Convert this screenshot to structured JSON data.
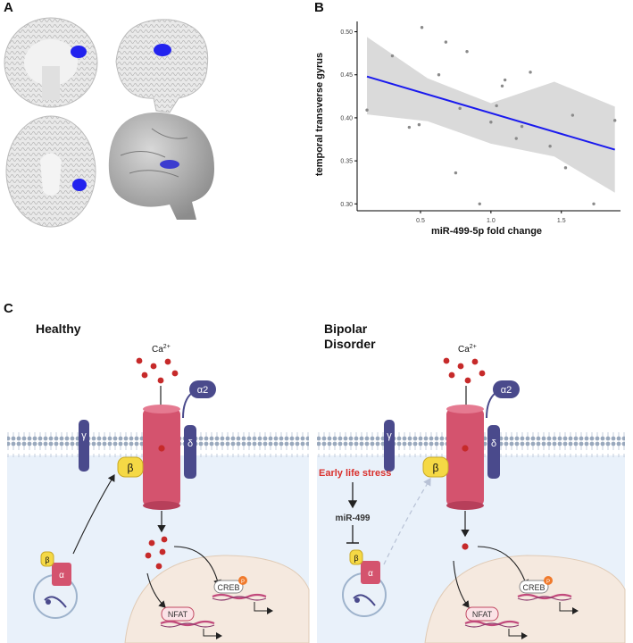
{
  "panels": {
    "a": "A",
    "b": "B",
    "c": "C"
  },
  "chart_data": {
    "type": "scatter",
    "xlabel": "miR-499-5p fold change",
    "ylabel": "temporal transverse gyrus",
    "xticks": [
      "0.5",
      "1.0",
      "1.5"
    ],
    "yticks": [
      "0.30",
      "0.35",
      "0.40",
      "0.45",
      "0.50"
    ],
    "xlim": [
      0.05,
      1.92
    ],
    "ylim": [
      0.292,
      0.512
    ],
    "points": [
      {
        "x": 0.12,
        "y": 0.409
      },
      {
        "x": 0.3,
        "y": 0.472
      },
      {
        "x": 0.42,
        "y": 0.389
      },
      {
        "x": 0.49,
        "y": 0.392
      },
      {
        "x": 0.51,
        "y": 0.505
      },
      {
        "x": 0.63,
        "y": 0.45
      },
      {
        "x": 0.68,
        "y": 0.488
      },
      {
        "x": 0.75,
        "y": 0.336
      },
      {
        "x": 0.78,
        "y": 0.411
      },
      {
        "x": 0.83,
        "y": 0.477
      },
      {
        "x": 0.92,
        "y": 0.3
      },
      {
        "x": 1.0,
        "y": 0.395
      },
      {
        "x": 1.04,
        "y": 0.414
      },
      {
        "x": 1.08,
        "y": 0.437
      },
      {
        "x": 1.1,
        "y": 0.444
      },
      {
        "x": 1.18,
        "y": 0.376
      },
      {
        "x": 1.22,
        "y": 0.39
      },
      {
        "x": 1.28,
        "y": 0.453
      },
      {
        "x": 1.42,
        "y": 0.367
      },
      {
        "x": 1.53,
        "y": 0.342
      },
      {
        "x": 1.58,
        "y": 0.403
      },
      {
        "x": 1.73,
        "y": 0.3
      },
      {
        "x": 1.88,
        "y": 0.397
      }
    ],
    "fit": {
      "x": [
        0.12,
        1.88
      ],
      "y": [
        0.448,
        0.363
      ]
    },
    "ci_upper": [
      0.494,
      0.446,
      0.417,
      0.442,
      0.413
    ],
    "ci_lower": [
      0.404,
      0.396,
      0.37,
      0.355,
      0.313
    ],
    "ci_x": [
      0.12,
      0.55,
      1.0,
      1.45,
      1.88
    ],
    "colors": {
      "fit": "#1a1aee",
      "ci": "#d3d3d3",
      "points": "#8a8a8a"
    }
  },
  "pathway": {
    "healthy": {
      "title": "Healthy",
      "calcium": "Ca",
      "calcium_charge": "2+",
      "alpha2": "α2",
      "gamma": "γ",
      "delta": "δ",
      "beta": "β",
      "vesicle_alpha": "α",
      "vesicle_beta": "β",
      "creb": "CREB",
      "nfat": "NFAT",
      "phospho": "P"
    },
    "bipolar": {
      "title_line1": "Bipolar",
      "title_line2": "Disorder",
      "stress": "Early life stress",
      "mirna": "miR-499",
      "calcium": "Ca",
      "calcium_charge": "2+",
      "alpha2": "α2",
      "gamma": "γ",
      "delta": "δ",
      "beta": "β",
      "vesicle_alpha": "α",
      "vesicle_beta": "β",
      "creb": "CREB",
      "nfat": "NFAT",
      "phospho": "P"
    },
    "colors": {
      "channel": "#d4536e",
      "subunit": "#4a4a8c",
      "beta": "#f5d945",
      "ion": "#c62a2a",
      "cytoplasm": "#e9f1fa",
      "nucleus": "#f5e9df",
      "stress": "#d9302c"
    }
  }
}
